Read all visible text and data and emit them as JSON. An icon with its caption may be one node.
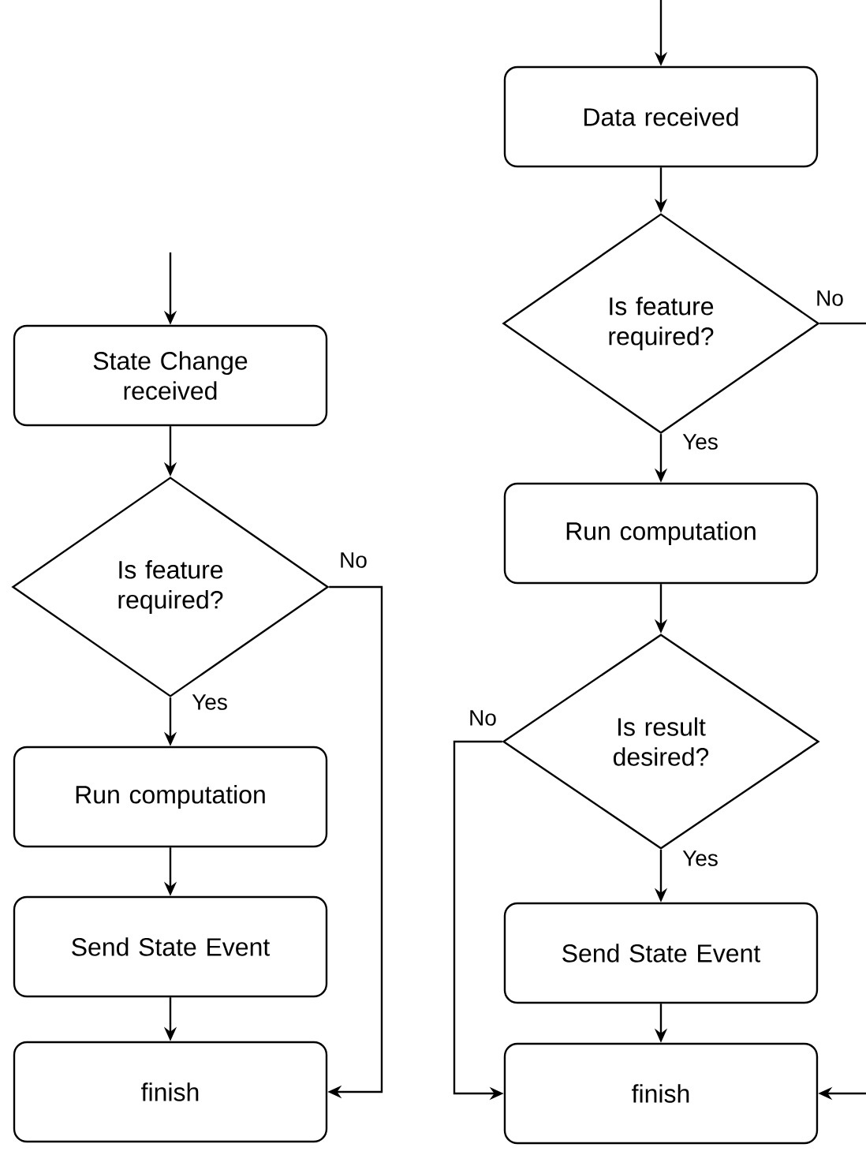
{
  "diagram": {
    "nodes": [
      {
        "text": [
          "State Change received"
        ]
      },
      {
        "text": [
          "Is feature required?"
        ]
      },
      {
        "text": [
          "Run computation"
        ]
      },
      {
        "text": [
          "Send State Event"
        ]
      },
      {
        "text": [
          "finish"
        ]
      },
      {
        "text": [
          "Data received"
        ]
      },
      {
        "text": [
          "Is feature required?"
        ]
      },
      {
        "text": [
          "Run computation"
        ]
      },
      {
        "text": [
          "Is result desired?"
        ]
      },
      {
        "text": [
          "Send State Event"
        ]
      },
      {
        "text": [
          "finish"
        ]
      }
    ],
    "edges": [
      {
        "from": null,
        "to": 0,
        "arrow": "to"
      },
      {
        "from": 0,
        "to": 1,
        "arrow": "to"
      },
      {
        "from": 1,
        "to": 2,
        "arrow": "to",
        "label": "Yes"
      },
      {
        "from": 1,
        "to": 4,
        "arrow": "to",
        "label": "No"
      },
      {
        "from": 2,
        "to": 3,
        "arrow": "to"
      },
      {
        "from": 3,
        "to": 4,
        "arrow": "to"
      },
      {
        "from": null,
        "to": 5,
        "arrow": "to"
      },
      {
        "from": 5,
        "to": 6,
        "arrow": "to"
      },
      {
        "from": 6,
        "to": 7,
        "arrow": "to",
        "label": "Yes"
      },
      {
        "from": 6,
        "to": null,
        "arrow": "none",
        "label": "No"
      },
      {
        "from": 7,
        "to": 8,
        "arrow": "to"
      },
      {
        "from": 8,
        "to": 9,
        "arrow": "to",
        "label": "Yes"
      },
      {
        "from": 8,
        "to": 10,
        "arrow": "to",
        "label": "No"
      },
      {
        "from": 9,
        "to": 10,
        "arrow": "to"
      },
      {
        "from": null,
        "to": 10,
        "arrow": "to"
      }
    ]
  }
}
